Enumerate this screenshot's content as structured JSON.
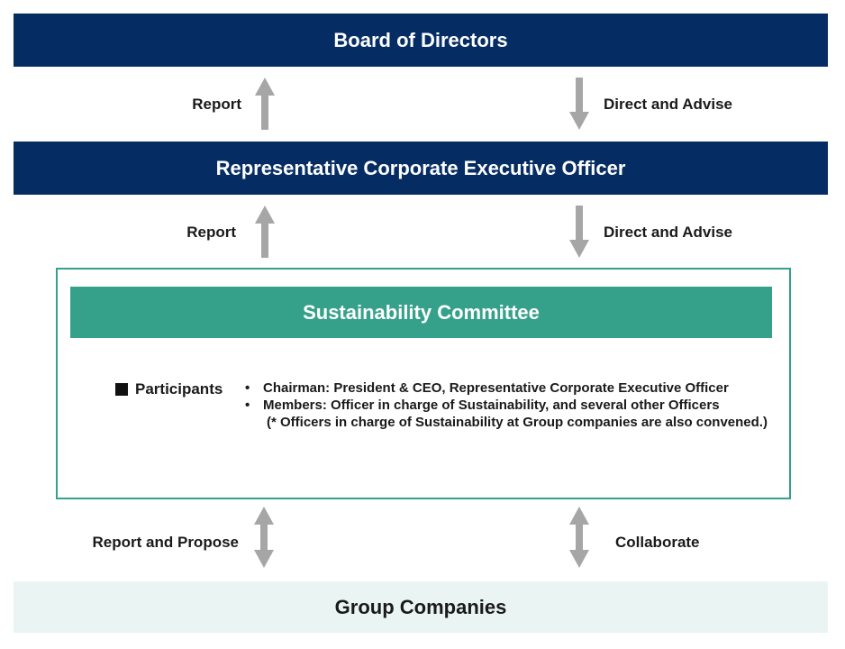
{
  "boxes": {
    "board": "Board of Directors",
    "rceo": "Representative Corporate Executive Officer",
    "committee": "Sustainability Committee",
    "companies": "Group Companies"
  },
  "arrows": {
    "row1_left": "Report",
    "row1_right": "Direct and Advise",
    "row2_left": "Report",
    "row2_right": "Direct and Advise",
    "row3_left": "Report and Propose",
    "row3_right": "Collaborate"
  },
  "participants": {
    "title": "Participants",
    "bullet": "•",
    "chairman": "Chairman: President & CEO, Representative Corporate Executive Officer",
    "members": "Members: Officer in charge of Sustainability, and several other Officers",
    "note": "(* Officers in charge of Sustainability at Group companies are also convened.)"
  },
  "colors": {
    "navy": "#062d63",
    "teal": "#36a18b",
    "light_teal": "#eaf5f3",
    "arrow_gray": "#a6a6a6"
  }
}
